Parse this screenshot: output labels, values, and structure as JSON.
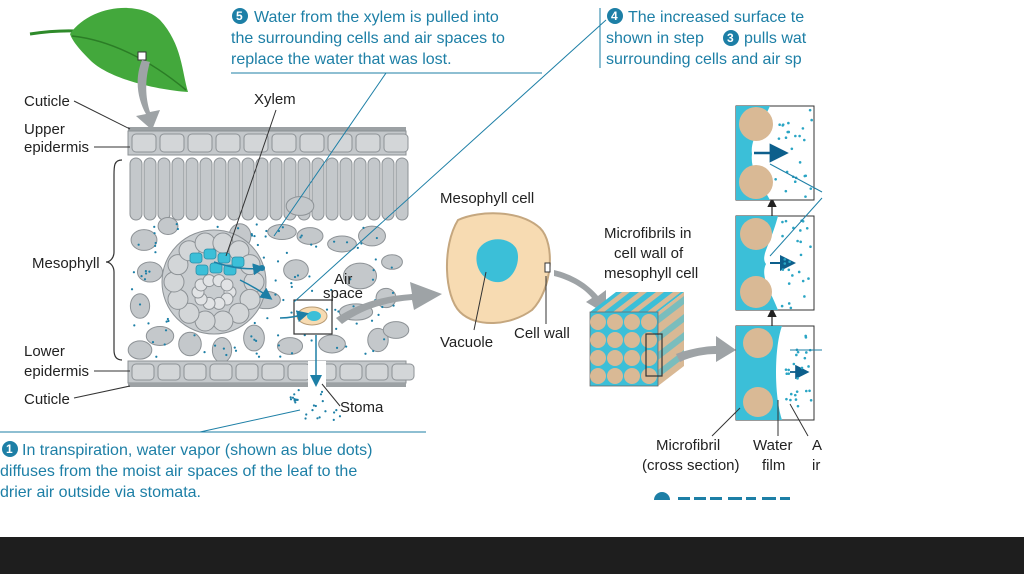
{
  "captions": {
    "step1": {
      "number": "1",
      "lines": [
        "In transpiration, water vapor (shown as blue dots)",
        "diffuses from the moist air spaces of the leaf to the",
        "drier air outside via stomata."
      ]
    },
    "step5": {
      "number": "5",
      "lines": [
        "Water from the xylem is pulled into",
        "the surrounding cells and air spaces to",
        "replace the water that was lost."
      ]
    },
    "step4": {
      "number": "4",
      "lines": [
        "The increased surface te",
        "shown in step",
        "pulls wat",
        "surrounding cells and air sp"
      ],
      "inline_number": "3"
    }
  },
  "labels": {
    "cuticle_top": "Cuticle",
    "upper_epidermis_1": "Upper",
    "upper_epidermis_2": "epidermis",
    "mesophyll": "Mesophyll",
    "lower_epidermis_1": "Lower",
    "lower_epidermis_2": "epidermis",
    "cuticle_bottom": "Cuticle",
    "xylem": "Xylem",
    "air_space_1": "Air",
    "air_space_2": "space",
    "stoma": "Stoma",
    "mesophyll_cell": "Mesophyll cell",
    "vacuole": "Vacuole",
    "cell_wall": "Cell wall",
    "microfibrils_1": "Microfibrils in",
    "microfibrils_2": "cell wall of",
    "microfibrils_3": "mesophyll cell",
    "microfibril_cs_1": "Microfibril",
    "microfibril_cs_2": "(cross section)",
    "water_film_1": "Water",
    "water_film_2": "film",
    "air_cut_1": "A",
    "air_cut_2": "ir"
  },
  "colors": {
    "accent_blue": "#1d7fa6",
    "water": "#3bbfd8",
    "cell_gray": "#c4c8cb",
    "cell_peach": "#f7dbb2",
    "microfibril": "#d9b995",
    "leaf_green": "#43a83c",
    "arrow_gray": "#9ea3a6"
  }
}
